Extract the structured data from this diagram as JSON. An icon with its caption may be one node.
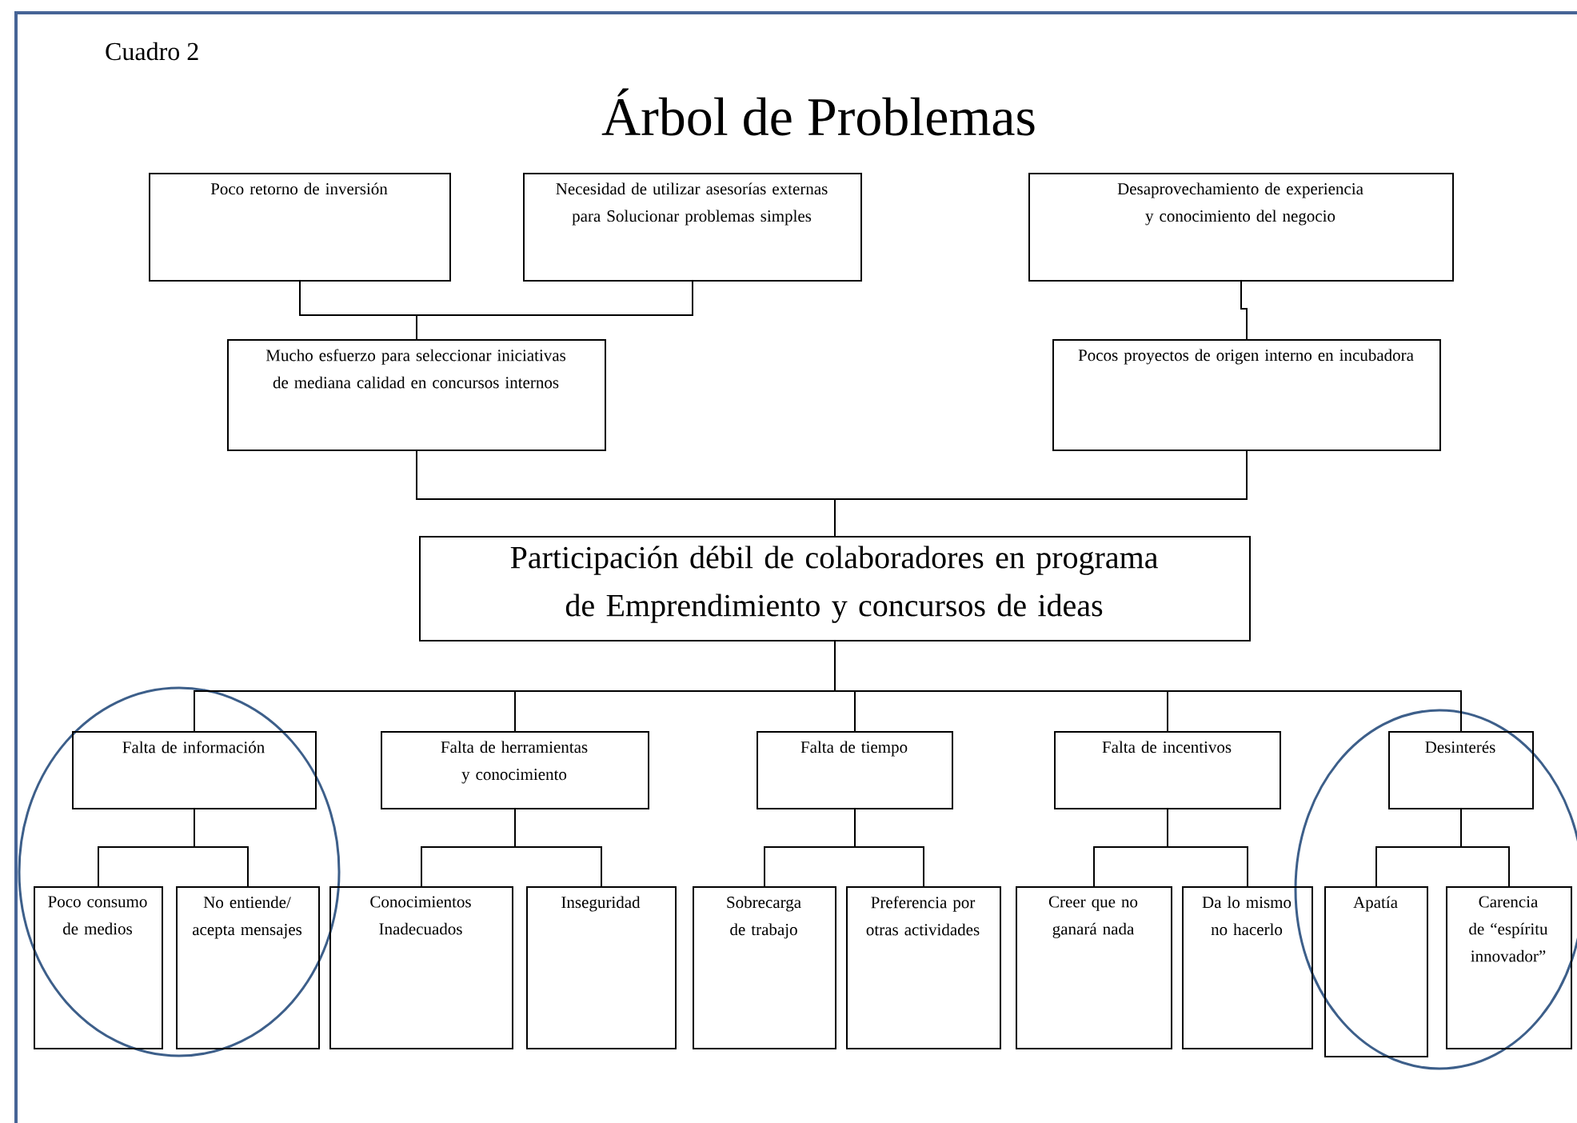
{
  "diagram": {
    "title": "Árbol de Problemas",
    "nodes": [
      {
        "text": [
          "Poco retorno de inversión"
        ]
      },
      {
        "text": [
          "Necesidad de utilizar asesorías externas para Solucionar problemas simples"
        ]
      },
      {
        "text": [
          "Desaprovechamiento de experiencia y conocimiento del negocio"
        ]
      },
      {
        "text": [
          "Mucho esfuerzo para seleccionar iniciativas de mediana calidad en concursos internos"
        ]
      },
      {
        "text": [
          "Pocos proyectos de origen interno en incubadora"
        ]
      },
      {
        "text": [
          "Participación débil de colaboradores en programa de Emprendimiento y concursos de ideas"
        ]
      },
      {
        "text": [
          "Falta de información"
        ]
      },
      {
        "text": [
          "Falta de herramientas y conocimiento"
        ]
      },
      {
        "text": [
          "Falta de tiempo"
        ]
      },
      {
        "text": [
          "Falta de incentivos"
        ]
      },
      {
        "text": [
          "Desinterés"
        ]
      },
      {
        "text": [
          "Poco consumo de medios"
        ]
      },
      {
        "text": [
          "No entiende/ acepta mensajes"
        ]
      },
      {
        "text": [
          "Conocimientos Inadecuados"
        ]
      },
      {
        "text": [
          "Inseguridad"
        ]
      },
      {
        "text": [
          "Sobrecarga de trabajo"
        ]
      },
      {
        "text": [
          "Preferencia por otras actividades"
        ]
      },
      {
        "text": [
          "Creer que no ganará nada"
        ]
      },
      {
        "text": [
          "Da lo mismo no hacerlo"
        ]
      },
      {
        "text": [
          "Apatía"
        ]
      },
      {
        "text": [
          "Carencia de “espíritu innovador”"
        ]
      }
    ],
    "edges": [
      {
        "from": 0,
        "to": 3,
        "arrow": "none"
      },
      {
        "from": 1,
        "to": 3,
        "arrow": "none"
      },
      {
        "from": 2,
        "to": 4,
        "arrow": "none"
      },
      {
        "from": 3,
        "to": 5,
        "arrow": "none"
      },
      {
        "from": 4,
        "to": 5,
        "arrow": "none"
      },
      {
        "from": 5,
        "to": 6,
        "arrow": "none"
      },
      {
        "from": 5,
        "to": 7,
        "arrow": "none"
      },
      {
        "from": 5,
        "to": 8,
        "arrow": "none"
      },
      {
        "from": 5,
        "to": 9,
        "arrow": "none"
      },
      {
        "from": 5,
        "to": 10,
        "arrow": "none"
      },
      {
        "from": 6,
        "to": 11,
        "arrow": "none"
      },
      {
        "from": 6,
        "to": 12,
        "arrow": "none"
      },
      {
        "from": 7,
        "to": 13,
        "arrow": "none"
      },
      {
        "from": 7,
        "to": 14,
        "arrow": "none"
      },
      {
        "from": 8,
        "to": 15,
        "arrow": "none"
      },
      {
        "from": 8,
        "to": 16,
        "arrow": "none"
      },
      {
        "from": 9,
        "to": 17,
        "arrow": "none"
      },
      {
        "from": 9,
        "to": 18,
        "arrow": "none"
      },
      {
        "from": 10,
        "to": 19,
        "arrow": "none"
      },
      {
        "from": 10,
        "to": 20,
        "arrow": "none"
      }
    ],
    "labels": [
      "Cuadro 2"
    ]
  }
}
